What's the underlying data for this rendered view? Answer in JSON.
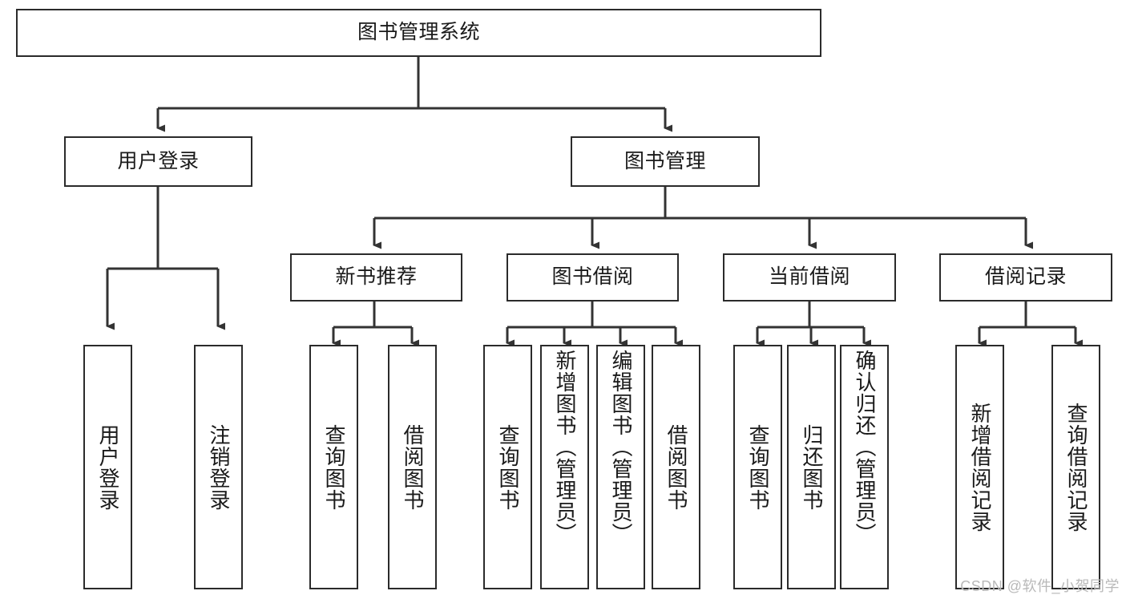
{
  "diagram": {
    "title": "图书管理系统",
    "type": "tree-hierarchy",
    "levels": 4,
    "root": {
      "id": "root",
      "label": "图书管理系统",
      "text_orientation": "horizontal"
    },
    "level2": [
      {
        "id": "user-login",
        "label": "用户登录",
        "text_orientation": "horizontal"
      },
      {
        "id": "book-management",
        "label": "图书管理",
        "text_orientation": "horizontal"
      }
    ],
    "level3": [
      {
        "id": "new-book-recommend",
        "label": "新书推荐",
        "parent": "book-management",
        "text_orientation": "horizontal"
      },
      {
        "id": "book-borrow",
        "label": "图书借阅",
        "parent": "book-management",
        "text_orientation": "horizontal"
      },
      {
        "id": "current-borrow",
        "label": "当前借阅",
        "parent": "book-management",
        "text_orientation": "horizontal"
      },
      {
        "id": "borrow-record",
        "label": "借阅记录",
        "parent": "book-management",
        "text_orientation": "horizontal"
      }
    ],
    "leaves": [
      {
        "id": "leaf-user-login",
        "label": "用户登录",
        "parent": "user-login",
        "text_orientation": "vertical"
      },
      {
        "id": "leaf-user-logout",
        "label": "注销登录",
        "parent": "user-login",
        "text_orientation": "vertical"
      },
      {
        "id": "leaf-query-book-1",
        "label": "查询图书",
        "parent": "new-book-recommend",
        "text_orientation": "vertical"
      },
      {
        "id": "leaf-borrow-book-1",
        "label": "借阅图书",
        "parent": "new-book-recommend",
        "text_orientation": "vertical"
      },
      {
        "id": "leaf-query-book-2",
        "label": "查询图书",
        "parent": "book-borrow",
        "text_orientation": "vertical"
      },
      {
        "id": "leaf-add-book",
        "label": "新增图书（管理员）",
        "parent": "book-borrow",
        "text_orientation": "vertical"
      },
      {
        "id": "leaf-edit-book",
        "label": "编辑图书（管理员）",
        "parent": "book-borrow",
        "text_orientation": "vertical"
      },
      {
        "id": "leaf-borrow-book-2",
        "label": "借阅图书",
        "parent": "book-borrow",
        "text_orientation": "vertical"
      },
      {
        "id": "leaf-query-book-3",
        "label": "查询图书",
        "parent": "current-borrow",
        "text_orientation": "vertical"
      },
      {
        "id": "leaf-return-book",
        "label": "归还图书",
        "parent": "current-borrow",
        "text_orientation": "vertical"
      },
      {
        "id": "leaf-confirm-return",
        "label": "确认归还（管理员）",
        "parent": "current-borrow",
        "text_orientation": "vertical"
      },
      {
        "id": "leaf-add-record",
        "label": "新增借阅记录",
        "parent": "borrow-record",
        "text_orientation": "vertical"
      },
      {
        "id": "leaf-query-record",
        "label": "查询借阅记录",
        "parent": "borrow-record",
        "text_orientation": "vertical"
      }
    ],
    "colors": {
      "border": "#2b2b2b",
      "fill": "#ffffff",
      "text": "#1a1a1a",
      "connector": "#333333",
      "watermark": "#b9b9b9"
    }
  },
  "watermark": {
    "text": "CSDN @软件_小贺同学"
  }
}
